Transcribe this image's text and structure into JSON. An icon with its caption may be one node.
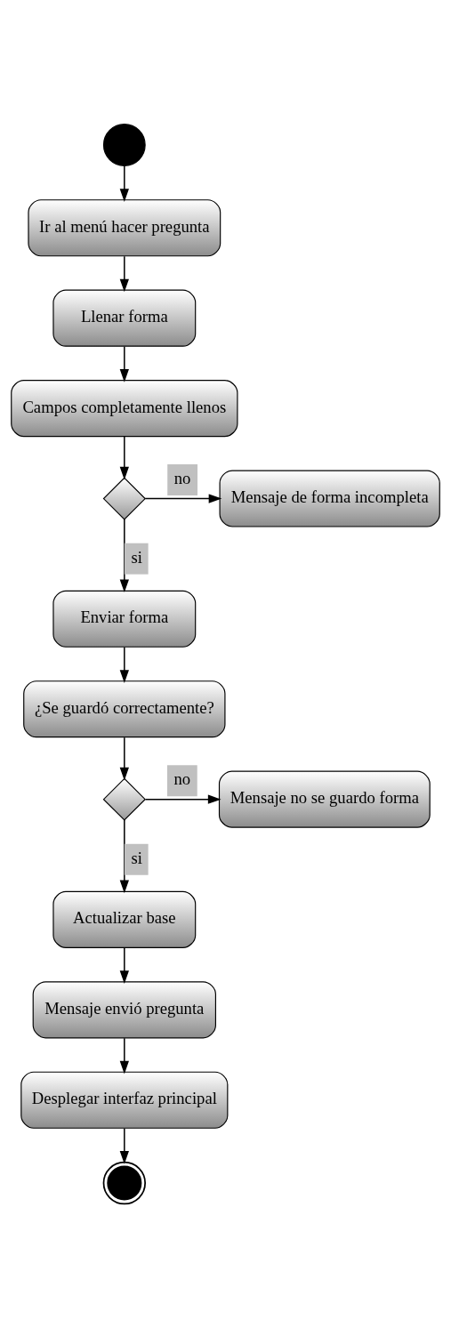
{
  "diagram": {
    "nodes": [
      {
        "text": [],
        "shape": "circle"
      },
      {
        "text": [
          "Ir al menú hacer pregunta"
        ]
      },
      {
        "text": [
          "Llenar forma"
        ]
      },
      {
        "text": [
          "Campos completamente llenos"
        ]
      },
      {
        "text": [],
        "shape": "diamond"
      },
      {
        "text": [
          "Mensaje de forma incompleta"
        ]
      },
      {
        "text": [
          "Enviar forma"
        ]
      },
      {
        "text": [
          "¿Se guardó correctamente?"
        ]
      },
      {
        "text": [],
        "shape": "diamond"
      },
      {
        "text": [
          "Mensaje no se guardo forma"
        ]
      },
      {
        "text": [
          "Actualizar base"
        ]
      },
      {
        "text": [
          "Mensaje envió pregunta"
        ]
      },
      {
        "text": [
          "Desplegar interfaz principal"
        ]
      },
      {
        "text": [],
        "shape": "bullseye"
      }
    ],
    "edges": [
      {
        "from": 0,
        "to": 1,
        "arrow": "to"
      },
      {
        "from": 1,
        "to": 2,
        "arrow": "to"
      },
      {
        "from": 2,
        "to": 3,
        "arrow": "to"
      },
      {
        "from": 3,
        "to": 4,
        "arrow": "to"
      },
      {
        "from": 4,
        "to": 5,
        "arrow": "to",
        "label": "no"
      },
      {
        "from": 4,
        "to": 6,
        "arrow": "to",
        "label": "si"
      },
      {
        "from": 6,
        "to": 7,
        "arrow": "to"
      },
      {
        "from": 7,
        "to": 8,
        "arrow": "to"
      },
      {
        "from": 8,
        "to": 9,
        "arrow": "to",
        "label": "no"
      },
      {
        "from": 8,
        "to": 10,
        "arrow": "to",
        "label": "si"
      },
      {
        "from": 10,
        "to": 11,
        "arrow": "to"
      },
      {
        "from": 11,
        "to": 12,
        "arrow": "to"
      },
      {
        "from": 12,
        "to": 13,
        "arrow": "to"
      }
    ]
  }
}
